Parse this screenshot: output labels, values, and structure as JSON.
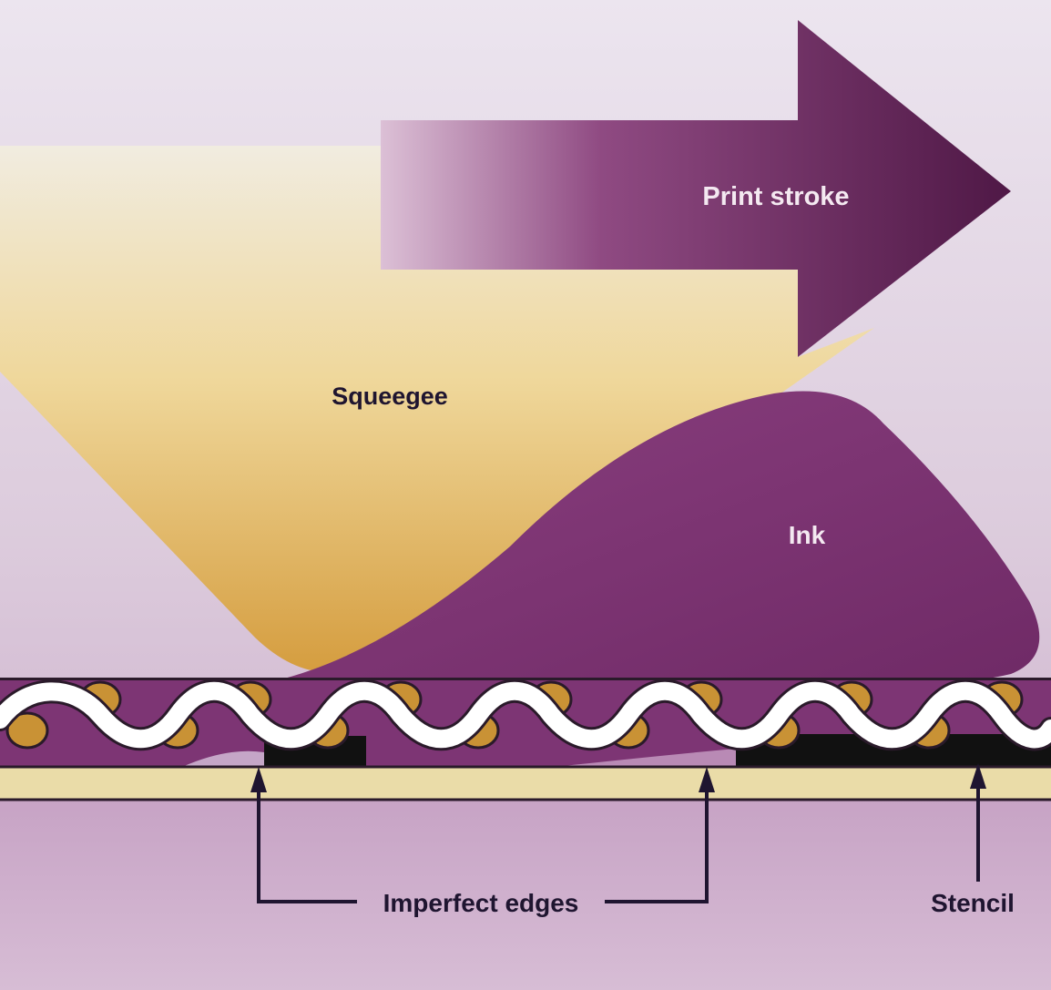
{
  "labels": {
    "print_stroke": "Print stroke",
    "squeegee": "Squeegee",
    "ink": "Ink",
    "imperfect_edges": "Imperfect edges",
    "stencil": "Stencil"
  },
  "colors": {
    "background_top": "#ebe3ee",
    "background_bottom": "#c8a6c6",
    "arrow_dark": "#5a1f50",
    "arrow_light": "#d7b7d2",
    "squeegee_top": "#f2ecd6",
    "squeegee_bottom": "#dba64a",
    "ink": "#7f3575",
    "mesh_thread": "#ffffff",
    "mesh_outline": "#2a1a2a",
    "mesh_knots": "#c99235",
    "stencil_block": "#111111",
    "substrate": "#eadca8",
    "label_light": "#f4e9f1",
    "label_dark": "#1f1530"
  }
}
